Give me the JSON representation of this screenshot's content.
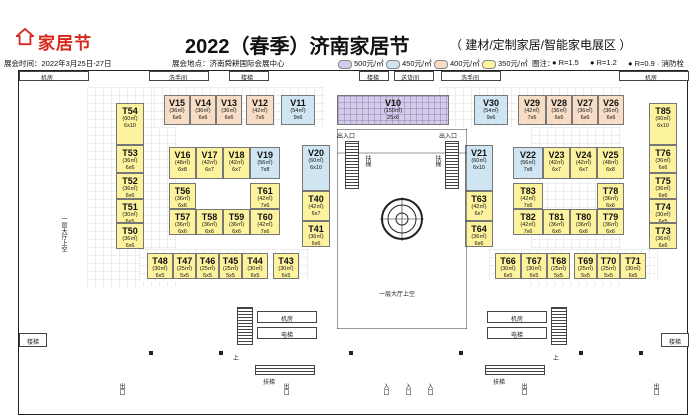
{
  "header": {
    "brand": "家居节",
    "title": "2022（春季）济南家居节",
    "subtitle": "（ 建材/定制家居/智能家电展区 ）"
  },
  "info": {
    "dates": "展会时间：2022年3月25日-27日",
    "venue": "展会地点：济南舜耕国际会展中心",
    "legend": [
      {
        "label": "500元/㎡",
        "color": "#d3cbe8"
      },
      {
        "label": "450元/㎡",
        "color": "#cfe6f2"
      },
      {
        "label": "400元/㎡",
        "color": "#f7ddc6"
      },
      {
        "label": "350元/㎡",
        "color": "#fdf39f"
      }
    ],
    "radius_note": "圈注：",
    "radius_items": [
      "R=1.5",
      "R=1.2",
      "R=0.9 · 消防栓"
    ]
  },
  "booths": [
    {
      "id": "V15",
      "area": "(36㎡)",
      "dim": "6x6",
      "c": "o"
    },
    {
      "id": "V14",
      "area": "(36㎡)",
      "dim": "6x6",
      "c": "o"
    },
    {
      "id": "V13",
      "area": "(36㎡)",
      "dim": "6x6",
      "c": "o"
    },
    {
      "id": "V12",
      "area": "(42㎡)",
      "dim": "7x6",
      "c": "o"
    },
    {
      "id": "V11",
      "area": "(54㎡)",
      "dim": "9x6",
      "c": "b"
    },
    {
      "id": "V10",
      "area": "(150㎡)",
      "dim": "25x6",
      "c": "p"
    },
    {
      "id": "V30",
      "area": "(54㎡)",
      "dim": "9x6",
      "c": "b"
    },
    {
      "id": "V29",
      "area": "(42㎡)",
      "dim": "7x6",
      "c": "o"
    },
    {
      "id": "V28",
      "area": "(36㎡)",
      "dim": "6x6",
      "c": "o"
    },
    {
      "id": "V27",
      "area": "(36㎡)",
      "dim": "6x6",
      "c": "o"
    },
    {
      "id": "V26",
      "area": "(36㎡)",
      "dim": "6x6",
      "c": "o"
    },
    {
      "id": "T54",
      "area": "(60㎡)",
      "dim": "6x10",
      "c": "y"
    },
    {
      "id": "T53",
      "area": "(36㎡)",
      "dim": "6x6",
      "c": "y"
    },
    {
      "id": "T52",
      "area": "(36㎡)",
      "dim": "6x6",
      "c": "y"
    },
    {
      "id": "T51",
      "area": "(30㎡)",
      "dim": "6x5",
      "c": "y"
    },
    {
      "id": "T50",
      "area": "(36㎡)",
      "dim": "6x6",
      "c": "y"
    },
    {
      "id": "V16",
      "area": "(48㎡)",
      "dim": "6x8",
      "c": "y"
    },
    {
      "id": "V17",
      "area": "(42㎡)",
      "dim": "6x7",
      "c": "y"
    },
    {
      "id": "V18",
      "area": "(42㎡)",
      "dim": "6x7",
      "c": "y"
    },
    {
      "id": "V19",
      "area": "(56㎡)",
      "dim": "7x8",
      "c": "b"
    },
    {
      "id": "V20",
      "area": "(60㎡)",
      "dim": "6x10",
      "c": "b"
    },
    {
      "id": "T56",
      "area": "(36㎡)",
      "dim": "6x6",
      "c": "y"
    },
    {
      "id": "T61",
      "area": "(42㎡)",
      "dim": "7x6",
      "c": "y"
    },
    {
      "id": "T57",
      "area": "(36㎡)",
      "dim": "6x6",
      "c": "y"
    },
    {
      "id": "T58",
      "area": "(36㎡)",
      "dim": "6x6",
      "c": "y"
    },
    {
      "id": "T59",
      "area": "(36㎡)",
      "dim": "6x6",
      "c": "y"
    },
    {
      "id": "T60",
      "area": "(42㎡)",
      "dim": "7x6",
      "c": "y"
    },
    {
      "id": "T40",
      "area": "(42㎡)",
      "dim": "6x7",
      "c": "y"
    },
    {
      "id": "T41",
      "area": "(36㎡)",
      "dim": "6x6",
      "c": "y"
    },
    {
      "id": "T48",
      "area": "(30㎡)",
      "dim": "6x5",
      "c": "y"
    },
    {
      "id": "T47",
      "area": "(25㎡)",
      "dim": "5x5",
      "c": "y"
    },
    {
      "id": "T46",
      "area": "(25㎡)",
      "dim": "5x5",
      "c": "y"
    },
    {
      "id": "T45",
      "area": "(25㎡)",
      "dim": "5x5",
      "c": "y"
    },
    {
      "id": "T44",
      "area": "(30㎡)",
      "dim": "6x5",
      "c": "y"
    },
    {
      "id": "T43",
      "area": "(30㎡)",
      "dim": "6x5",
      "c": "y"
    },
    {
      "id": "V21",
      "area": "(60㎡)",
      "dim": "6x10",
      "c": "b"
    },
    {
      "id": "V22",
      "area": "(56㎡)",
      "dim": "7x8",
      "c": "b"
    },
    {
      "id": "V23",
      "area": "(42㎡)",
      "dim": "6x7",
      "c": "y"
    },
    {
      "id": "V24",
      "area": "(42㎡)",
      "dim": "6x7",
      "c": "y"
    },
    {
      "id": "V25",
      "area": "(48㎡)",
      "dim": "6x8",
      "c": "y"
    },
    {
      "id": "T83",
      "area": "(42㎡)",
      "dim": "7x6",
      "c": "y"
    },
    {
      "id": "T78",
      "area": "(36㎡)",
      "dim": "6x6",
      "c": "y"
    },
    {
      "id": "T63",
      "area": "(42㎡)",
      "dim": "6x7",
      "c": "y"
    },
    {
      "id": "T64",
      "area": "(36㎡)",
      "dim": "6x6",
      "c": "y"
    },
    {
      "id": "T82",
      "area": "(42㎡)",
      "dim": "7x6",
      "c": "y"
    },
    {
      "id": "T81",
      "area": "(36㎡)",
      "dim": "6x6",
      "c": "y"
    },
    {
      "id": "T80",
      "area": "(36㎡)",
      "dim": "6x6",
      "c": "y"
    },
    {
      "id": "T79",
      "area": "(36㎡)",
      "dim": "6x6",
      "c": "y"
    },
    {
      "id": "T85",
      "area": "(60㎡)",
      "dim": "6x10",
      "c": "y"
    },
    {
      "id": "T76",
      "area": "(36㎡)",
      "dim": "6x6",
      "c": "y"
    },
    {
      "id": "T75",
      "area": "(36㎡)",
      "dim": "6x6",
      "c": "y"
    },
    {
      "id": "T74",
      "area": "(30㎡)",
      "dim": "6x5",
      "c": "y"
    },
    {
      "id": "T73",
      "area": "(36㎡)",
      "dim": "6x6",
      "c": "y"
    },
    {
      "id": "T66",
      "area": "(30㎡)",
      "dim": "6x5",
      "c": "y"
    },
    {
      "id": "T67",
      "area": "(30㎡)",
      "dim": "6x5",
      "c": "y"
    },
    {
      "id": "T68",
      "area": "(25㎡)",
      "dim": "5x5",
      "c": "y"
    },
    {
      "id": "T69",
      "area": "(25㎡)",
      "dim": "5x5",
      "c": "y"
    },
    {
      "id": "T70",
      "area": "(25㎡)",
      "dim": "5x5",
      "c": "y"
    },
    {
      "id": "T71",
      "area": "(30㎡)",
      "dim": "6x5",
      "c": "y"
    }
  ],
  "labels": {
    "machine_room": "机房",
    "restroom": "洗手间",
    "stair": "楼梯",
    "water_room": "送货间",
    "elevator": "电梯",
    "escalator": "扶梯",
    "entrance_label": "出入口",
    "hall_void": "一层大厅上空",
    "left_void": "一层大厅上空",
    "exit": "出口",
    "entrance": "入口",
    "up": "上"
  }
}
